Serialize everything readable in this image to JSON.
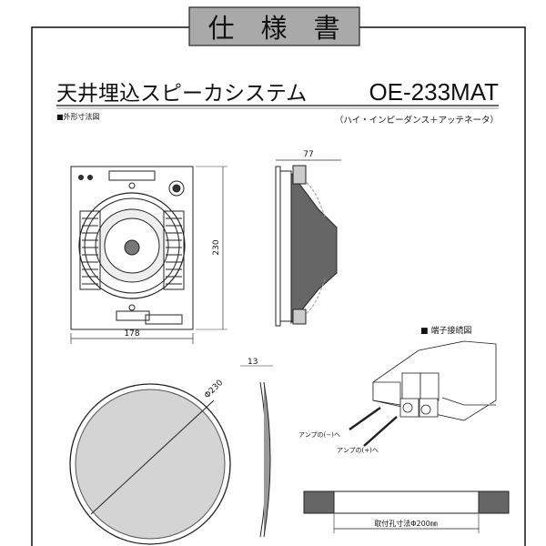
{
  "header": {
    "title": "仕　様　書"
  },
  "product": {
    "name": "天井埋込スピーカシステム",
    "model": "OE-233MAT",
    "subtitle": "（ハイ・インピーダンス＋アッテネータ）"
  },
  "sections": {
    "outline": "■外形寸法図",
    "terminal": "■ 端子接続図"
  },
  "dimensions": {
    "side_depth": "77",
    "height": "230",
    "width": "178",
    "grille_diameter": "Φ230",
    "grille_thickness": "13",
    "cutout": "取付孔寸法Φ200㎜"
  },
  "terminal_labels": {
    "minus": "アンプの(−)へ",
    "plus": "アンプの(+)へ"
  },
  "colors": {
    "title_box": "#a9a9a9",
    "speaker_dark": "#666666",
    "grille": "#d4d4d4"
  }
}
